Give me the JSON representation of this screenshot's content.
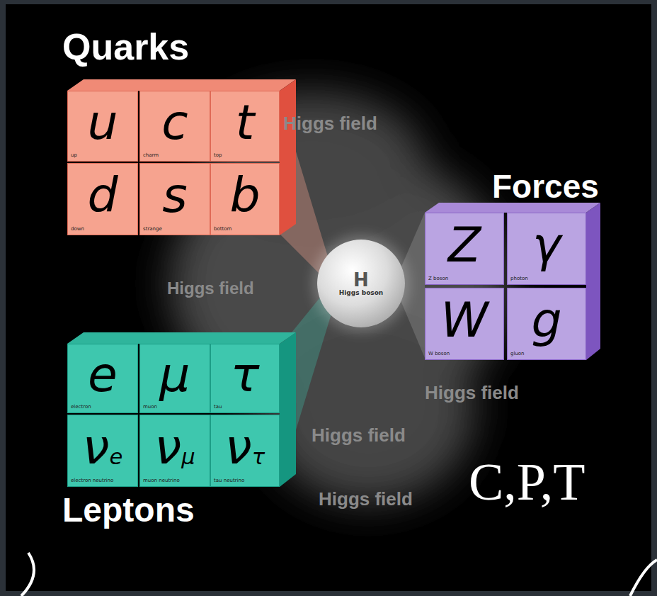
{
  "diagram": {
    "nodes": [
      {
        "text": [
          "u",
          "up"
        ]
      },
      {
        "text": [
          "c",
          "charm"
        ]
      },
      {
        "text": [
          "t",
          "top"
        ]
      },
      {
        "text": [
          "d",
          "down"
        ]
      },
      {
        "text": [
          "s",
          "strange"
        ]
      },
      {
        "text": [
          "b",
          "bottom"
        ]
      },
      {
        "text": [
          "H",
          "Higgs boson"
        ]
      },
      {
        "text": [
          "Z",
          "Z boson"
        ]
      },
      {
        "text": [
          "γ",
          "photon"
        ]
      },
      {
        "text": [
          "W",
          "W boson"
        ]
      },
      {
        "text": [
          "g",
          "gluon"
        ]
      },
      {
        "text": [
          "e",
          "electron"
        ]
      },
      {
        "text": [
          "μ",
          "muon"
        ]
      },
      {
        "text": [
          "τ",
          "tau"
        ]
      },
      {
        "text": [
          "νe",
          "electron neutrino"
        ]
      },
      {
        "text": [
          "νμ",
          "muon neutrino"
        ]
      },
      {
        "text": [
          "ντ",
          "tau neutrino"
        ]
      }
    ],
    "labels": [
      "Quarks",
      "Higgs field",
      "Higgs field",
      "Higgs field",
      "Higgs field",
      "Higgs field",
      "Forces",
      "Leptons",
      "C,P,T"
    ]
  }
}
